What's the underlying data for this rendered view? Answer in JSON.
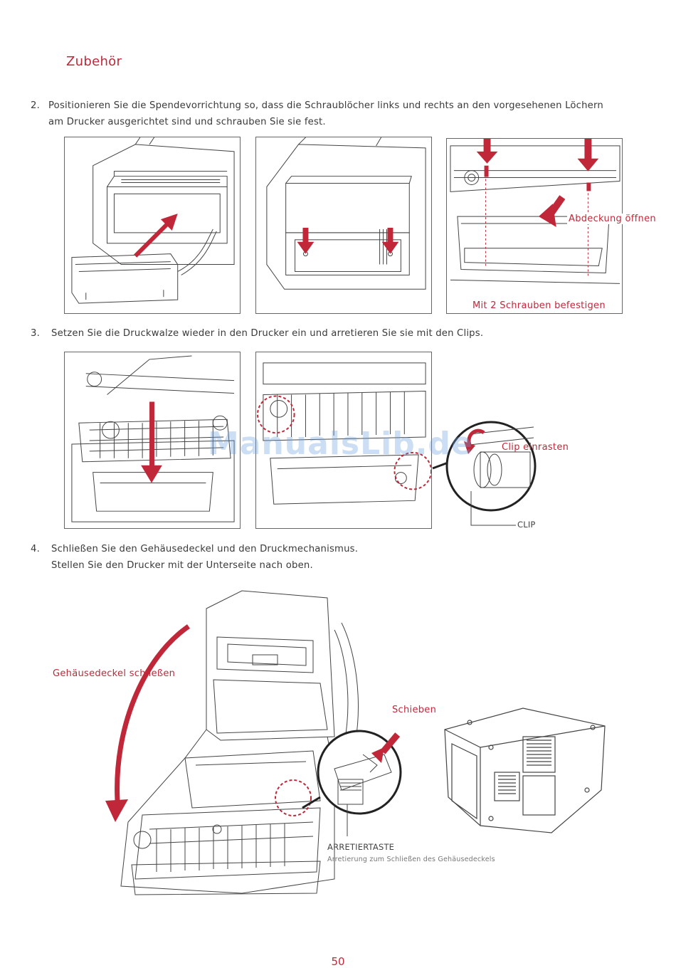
{
  "header": {
    "section_title": "Zubehör"
  },
  "steps": [
    {
      "number": "2.",
      "lines": [
        "Positionieren Sie die Spendevorrichtung so, dass die Schraublöcher links und rechts an den vorgesehenen Löchern",
        "am Drucker ausgerichtet sind und schrauben Sie sie fest."
      ]
    },
    {
      "number": "3.",
      "lines": [
        "Setzen Sie die Druckwalze wieder in den Drucker ein und arretieren Sie sie mit den Clips."
      ]
    },
    {
      "number": "4.",
      "lines": [
        "Schließen Sie den Gehäusedeckel und den Druckmechanismus.",
        "Stellen Sie den Drucker mit der Unterseite nach oben."
      ]
    }
  ],
  "labels": {
    "abdeckung": "Abdeckung öffnen",
    "schrauben": "Mit 2 Schrauben befestigen",
    "clip_einrasten": "Clip einrasten",
    "clip": "CLIP",
    "deckel_schliessen": "Gehäusedeckel schließen",
    "schieben": "Schieben",
    "arretiertaste": "ARRETIERTASTE",
    "arretiertaste_desc": "Arretierung zum Schließen des Gehäusedeckels"
  },
  "watermark": "ManualsLib.de",
  "page_number": "50",
  "colors": {
    "accent": "#c0283a",
    "text": "#3a3a3a",
    "line": "#444444"
  }
}
